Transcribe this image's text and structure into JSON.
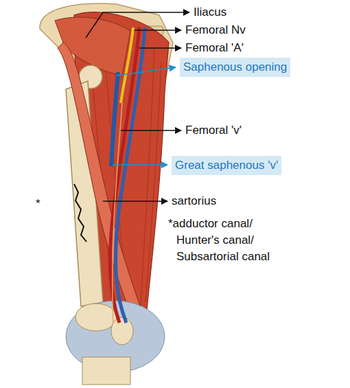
{
  "diagram": {
    "nodes": [
      {
        "text": [
          "Saphenous opening"
        ]
      },
      {
        "text": [
          "Great saphenous 'v'"
        ]
      }
    ],
    "labels": [
      "Iliacus",
      "Femoral Nv",
      "Femoral 'A'",
      "Femoral 'v'",
      "sartorius",
      "*",
      "*adductor canal/ Hunter's canal/ Subsartorial canal"
    ]
  }
}
